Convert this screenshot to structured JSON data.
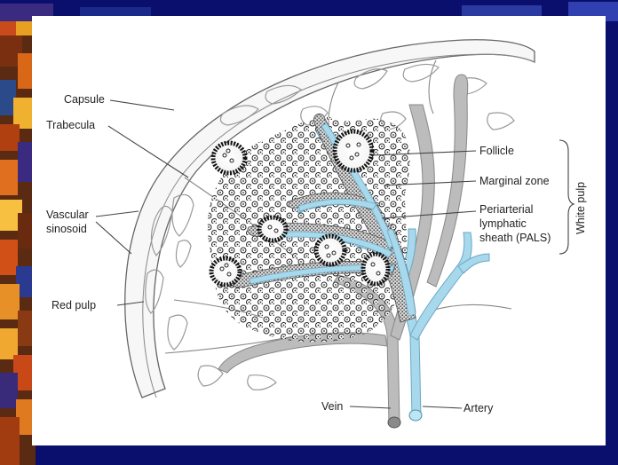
{
  "labels": {
    "capsule": "Capsule",
    "trabecula": "Trabecula",
    "vascular": "Vascular",
    "sinosoid": "sinosoid",
    "red_pulp": "Red pulp",
    "follicle": "Follicle",
    "marginal_zone": "Marginal zone",
    "periarterial": "Periarterial",
    "lymphatic": "lymphatic",
    "sheath": "sheath (PALS)",
    "white_pulp": "White pulp",
    "vein": "Vein",
    "artery": "Artery"
  },
  "colors": {
    "background": "#0a0f6e",
    "card": "#ffffff",
    "artery": "#a8d8ec",
    "vein": "#b3b3b3",
    "sheath": "#8a8a8a",
    "line": "#555555"
  }
}
